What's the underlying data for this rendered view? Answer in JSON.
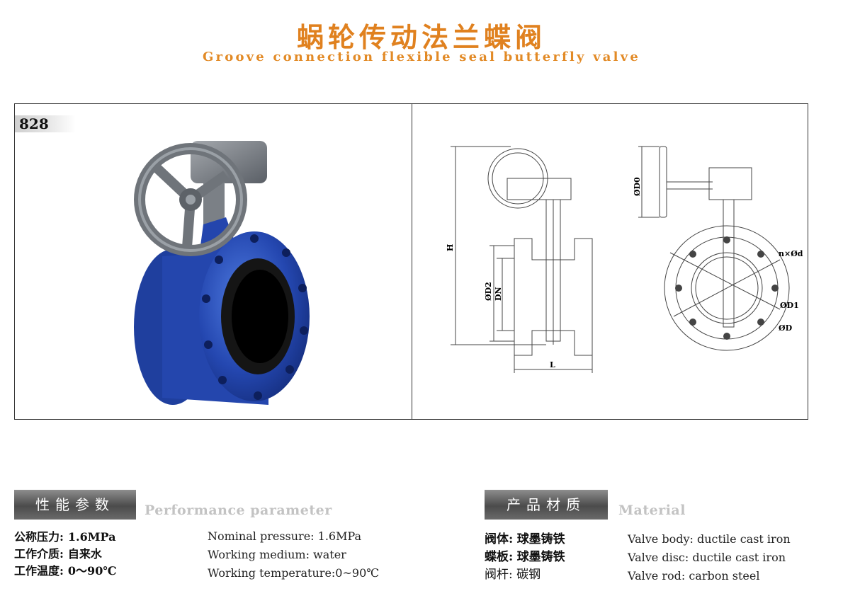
{
  "header": {
    "title_cn": "蜗轮传动法兰蝶阀",
    "title_en": "Groove connection flexible seal butterfly valve"
  },
  "product": {
    "model": "828"
  },
  "drawing": {
    "labels": {
      "H": "H",
      "D2": "ØD2",
      "DN": "DN",
      "L": "L",
      "D0": "ØD0",
      "nd": "n×Ød",
      "D1": "ØD1",
      "D": "ØD"
    }
  },
  "performance": {
    "tag": "性能参数",
    "title_en": "Performance parameter",
    "items_cn": [
      {
        "label": "公称压力:",
        "value": "1.6MPa"
      },
      {
        "label": "工作介质:",
        "value": "自来水"
      },
      {
        "label": "工作温度:",
        "value": "0～90℃"
      }
    ],
    "items_en": [
      "Nominal pressure: 1.6MPa",
      "Working medium:  water",
      "Working temperature:0~90℃"
    ]
  },
  "material": {
    "tag": "产品材质",
    "title_en": "Material",
    "items_cn": [
      {
        "label": "阀体:",
        "value": "球墨铸铁"
      },
      {
        "label": "蝶板:",
        "value": "球墨铸铁"
      },
      {
        "label": "阀杆:",
        "value": "碳钢"
      }
    ],
    "items_en": [
      "Valve body:  ductile cast  iron",
      "Valve disc:  ductile cast  iron",
      "Valve rod:  carbon steel"
    ]
  },
  "colors": {
    "title": "#e0811f",
    "valve_body": "#2a4fb8",
    "handwheel": "#6f747a",
    "tag_bg": "#5a5a5a"
  }
}
